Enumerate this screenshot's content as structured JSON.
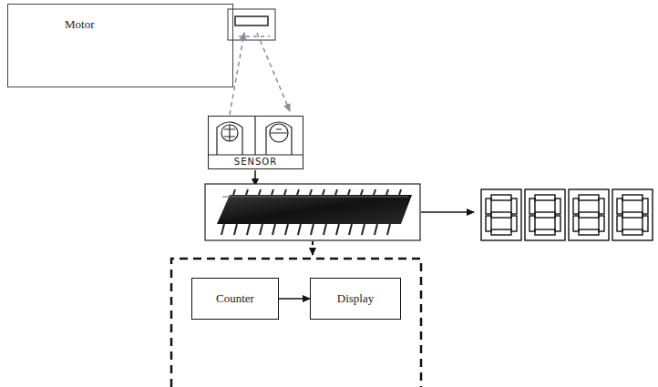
{
  "diagram": {
    "nodes": [
      {
        "text": [
          "Motor"
        ]
      },
      {
        "text": [
          "SENSOR"
        ]
      },
      {
        "text": [
          "Counter"
        ]
      },
      {
        "text": [
          "Display"
        ]
      }
    ],
    "edges": [
      {
        "from": 2,
        "to": 3,
        "arrow": "to"
      }
    ]
  }
}
